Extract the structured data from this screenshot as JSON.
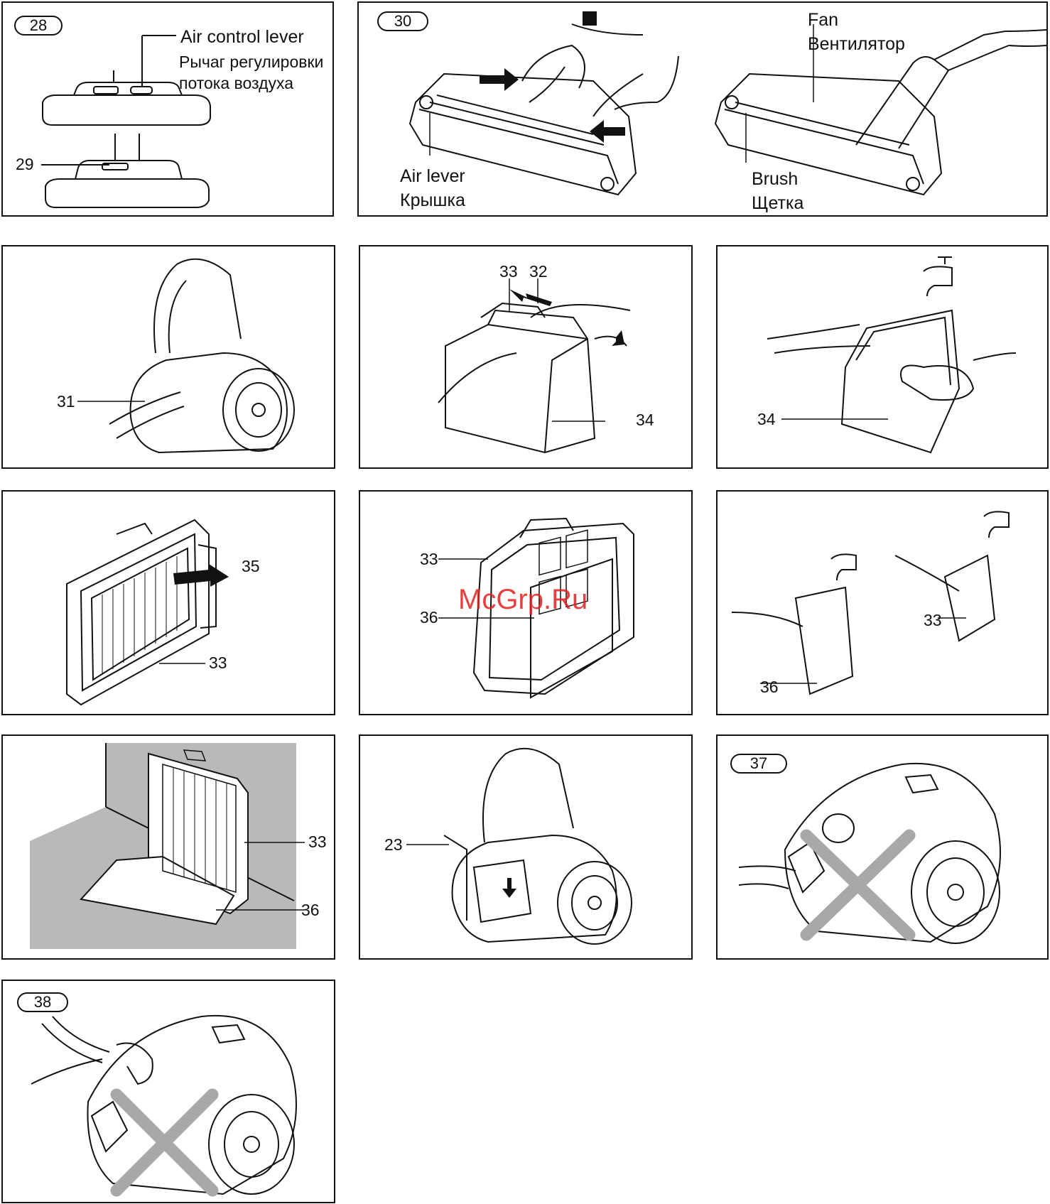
{
  "panels": {
    "p28": {
      "step": "28",
      "air_control_lever": "Air control lever",
      "air_control_lever_ru_1": "Рычаг регулировки",
      "air_control_lever_ru_2": "потока воздуха",
      "callout_29": "29"
    },
    "p30": {
      "step": "30",
      "fan": "Fan",
      "fan_ru": "Вентилятор",
      "air_lever": "Air lever",
      "air_lever_ru": "Крышка",
      "brush": "Brush",
      "brush_ru": "Щетка"
    },
    "p31": {
      "callout_31": "31"
    },
    "p32": {
      "callout_33": "33",
      "callout_32": "32",
      "callout_34": "34"
    },
    "p34": {
      "callout_34": "34"
    },
    "p35": {
      "callout_35": "35",
      "callout_33": "33"
    },
    "p36": {
      "callout_33": "33",
      "callout_36": "36"
    },
    "p_wash": {
      "callout_33": "33",
      "callout_36": "36"
    },
    "p_dry": {
      "callout_33": "33",
      "callout_36": "36"
    },
    "p23": {
      "callout_23": "23"
    },
    "p37": {
      "step": "37"
    },
    "p38": {
      "step": "38"
    }
  },
  "watermark": "McGrp.Ru",
  "colors": {
    "ink": "#111111",
    "shade": "#b9b9b9",
    "cross": "#a8a8a8",
    "watermark": "#e02020"
  }
}
